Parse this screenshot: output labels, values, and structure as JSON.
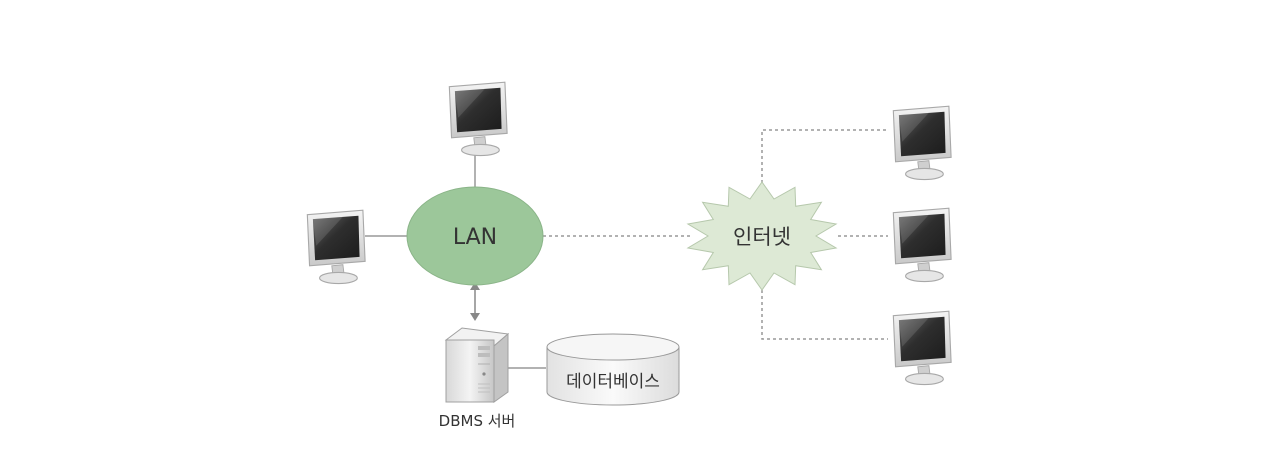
{
  "nodes": {
    "lan": {
      "label": "LAN"
    },
    "internet": {
      "label": "인터넷"
    },
    "database": {
      "label": "데이터베이스"
    },
    "dbms_server": {
      "label": "DBMS 서버"
    }
  },
  "colors": {
    "lan_fill": "#9cc79a",
    "internet_fill": "#dde9d5",
    "line": "#999999",
    "monitor_bezel": "#dcdcdc",
    "monitor_screen": "#3c3c3c",
    "db_fill": "#eeeeee"
  },
  "icons": {
    "computer": "monitor-icon",
    "server": "server-tower-icon",
    "database": "database-cylinder-icon"
  }
}
